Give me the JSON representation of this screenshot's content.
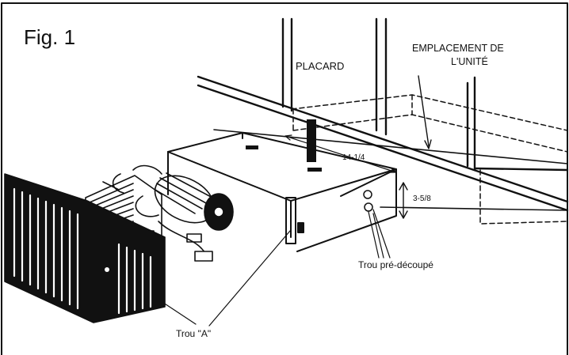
{
  "figure": {
    "title": "Fig. 1",
    "labels": {
      "closet": "PLACARD",
      "unit_location_line1": "EMPLACEMENT DE",
      "unit_location_line2": "L'UNITÉ",
      "dimension_depth": "14-1/4",
      "dimension_height": "3-5/8",
      "precut_hole": "Trou pré-découpé",
      "hole_a": "Trou \"A\""
    }
  },
  "colors": {
    "line": "#111111",
    "grille": "#111111",
    "background": "#ffffff"
  }
}
